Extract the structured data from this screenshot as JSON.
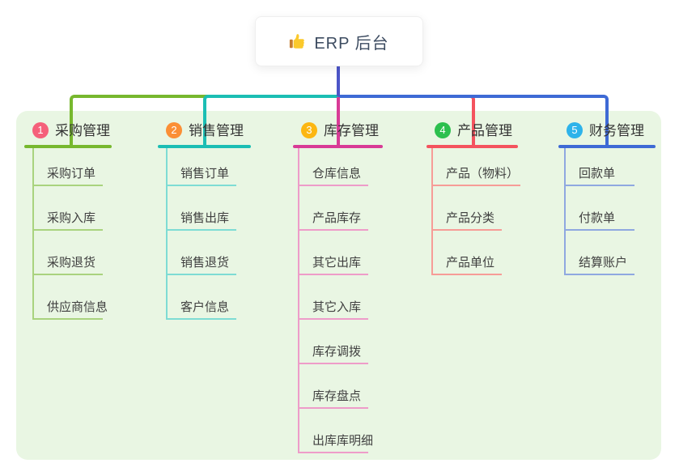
{
  "root": {
    "icon": "thumbs-up-icon",
    "title": "ERP 后台"
  },
  "colors": {
    "page_bg": "#ffffff",
    "panel_bg": "#e9f6e3",
    "trunk": "#4c55c8",
    "root_card_bg": "#ffffff"
  },
  "branches": [
    {
      "number": "1",
      "title": "采购管理",
      "badge_color": "#f5607a",
      "line_color": "#77b82e",
      "light_color": "#a9d37e",
      "children": [
        "采购订单",
        "采购入库",
        "采购退货",
        "供应商信息"
      ]
    },
    {
      "number": "2",
      "title": "销售管理",
      "badge_color": "#fb8f35",
      "line_color": "#1cbeb4",
      "light_color": "#7edcd4",
      "children": [
        "销售订单",
        "销售出库",
        "销售退货",
        "客户信息"
      ]
    },
    {
      "number": "3",
      "title": "库存管理",
      "badge_color": "#fcb712",
      "line_color": "#d83b96",
      "light_color": "#ee9cc9",
      "children": [
        "仓库信息",
        "产品库存",
        "其它出库",
        "其它入库",
        "库存调拨",
        "库存盘点",
        "出库库明细"
      ]
    },
    {
      "number": "4",
      "title": "产品管理",
      "badge_color": "#2cc04e",
      "line_color": "#f4535e",
      "light_color": "#f79c97",
      "children": [
        "产品（物料）",
        "产品分类",
        "产品单位"
      ]
    },
    {
      "number": "5",
      "title": "财务管理",
      "badge_color": "#2eb3ea",
      "line_color": "#3e6ad5",
      "light_color": "#8fa8e0",
      "children": [
        "回款单",
        "付款单",
        "结算账户"
      ]
    }
  ]
}
